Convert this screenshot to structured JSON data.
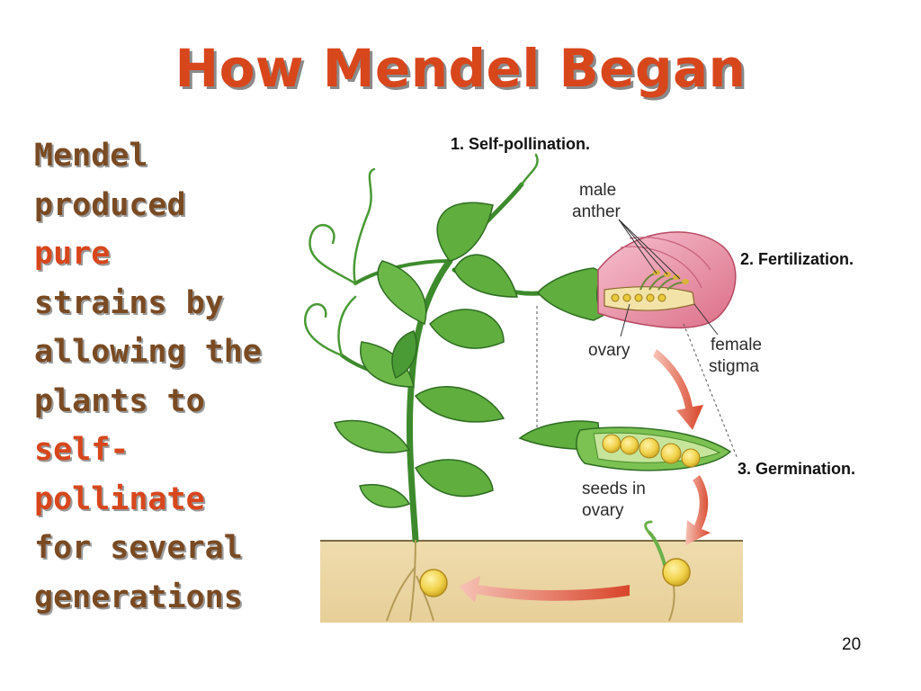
{
  "slide": {
    "title": "How Mendel Began",
    "page_number": "20"
  },
  "body": {
    "lines": [
      "Mendel",
      "produced",
      "pure",
      "strains by",
      "allowing the",
      "plants to",
      "self-",
      "pollinate",
      "for several",
      "generations"
    ],
    "highlighted_lines": [
      2,
      6,
      7
    ],
    "text_color": "#7a4a22",
    "highlight_color": "#d8461c"
  },
  "figure": {
    "step1": "1. Self-pollination.",
    "step2": "2. Fertilization.",
    "step3": "3. Germination.",
    "labels": {
      "male_anther_1": "male",
      "male_anther_2": "anther",
      "ovary": "ovary",
      "female_stigma_1": "female",
      "female_stigma_2": "stigma",
      "seeds_in_ovary_1": "seeds in",
      "seeds_in_ovary_2": "ovary"
    },
    "icons": [
      "pea-plant",
      "pea-flower",
      "pea-pod",
      "germinating-seed",
      "cycle-arrow"
    ]
  }
}
